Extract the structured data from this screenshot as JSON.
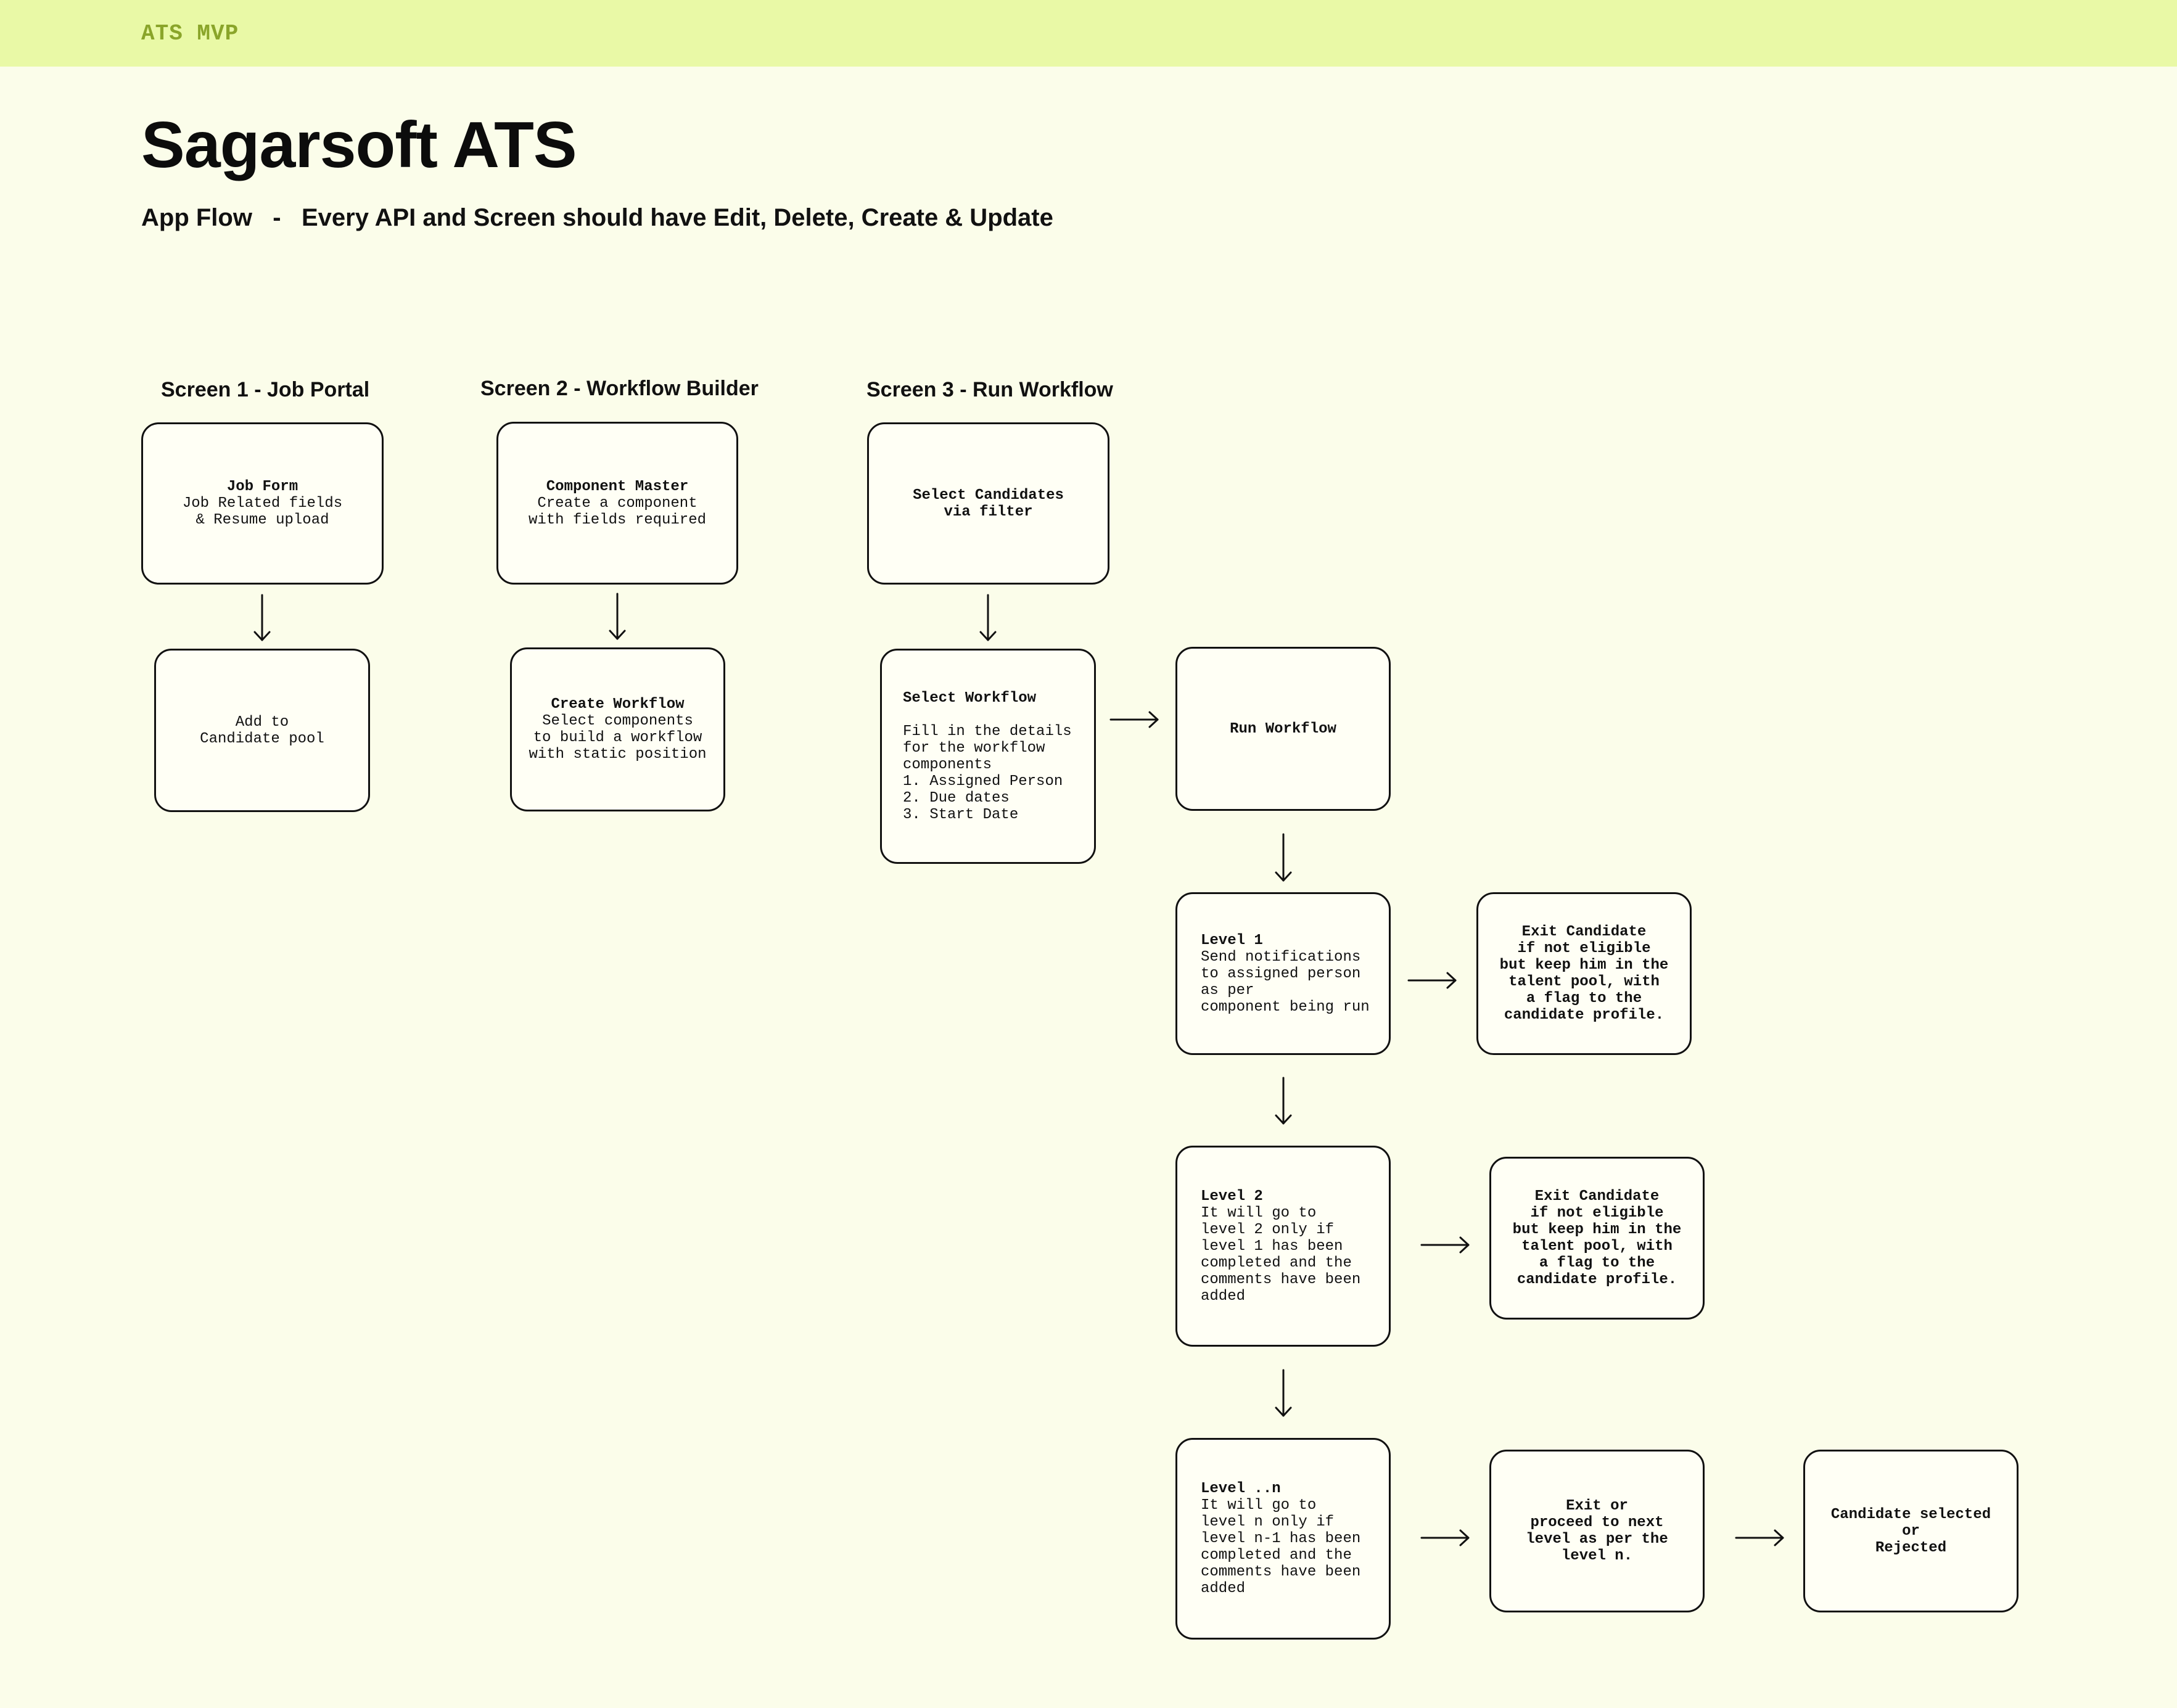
{
  "topbar": {
    "label": "ATS MVP"
  },
  "header": {
    "title": "Sagarsoft ATS",
    "subtitle": "App Flow   -   Every API and Screen should have Edit, Delete, Create & Update"
  },
  "screens": {
    "screen1": {
      "heading": "Screen 1 - Job Portal"
    },
    "screen2": {
      "heading": "Screen 2 - Workflow Builder"
    },
    "screen3": {
      "heading": "Screen 3 - Run Workflow"
    }
  },
  "boxes": {
    "job_form": {
      "title": "Job Form",
      "body": "Job Related fields\n& Resume upload"
    },
    "candidate_pool": {
      "title": "",
      "body": "Add to\nCandidate pool"
    },
    "component_master": {
      "title": "Component Master",
      "body": "Create a component\nwith fields required"
    },
    "create_workflow": {
      "title": "Create Workflow",
      "body": "Select components\nto build a workflow\nwith static position"
    },
    "select_candidates": {
      "title": "Select Candidates\nvia filter",
      "body": ""
    },
    "select_workflow": {
      "title": "Select Workflow",
      "body": "\nFill in the details\nfor the workflow\ncomponents\n1. Assigned Person\n2. Due dates\n3. Start Date"
    },
    "run_workflow": {
      "title": "Run Workflow",
      "body": ""
    },
    "level1": {
      "title": "Level 1",
      "body": "Send notifications\nto assigned person\nas per\ncomponent being run"
    },
    "exit1": {
      "title": "",
      "body": "Exit Candidate\nif not eligible\nbut keep him in the\ntalent pool, with\na flag to the\ncandidate profile."
    },
    "level2": {
      "title": "Level 2",
      "body": "It will go to\nlevel 2 only if\nlevel 1 has been\ncompleted and the\ncomments have been\nadded"
    },
    "exit2": {
      "title": "",
      "body": "Exit Candidate\nif not eligible\nbut keep him in the\ntalent pool, with\na flag to the\ncandidate profile."
    },
    "leveln": {
      "title": "Level ..n",
      "body": "It will go to\nlevel n only if\nlevel n-1 has been\ncompleted and the\ncomments have been\nadded"
    },
    "exit_proceed": {
      "title": "",
      "body": "Exit or\nproceed to next\nlevel as per the\nlevel n."
    },
    "final": {
      "title": "",
      "body": "Candidate selected\nor\nRejected"
    }
  },
  "colors": {
    "background": "#fbfdea",
    "topbar": "#e9f9a6",
    "topbar_text": "#8aa52a",
    "ink": "#111111"
  }
}
